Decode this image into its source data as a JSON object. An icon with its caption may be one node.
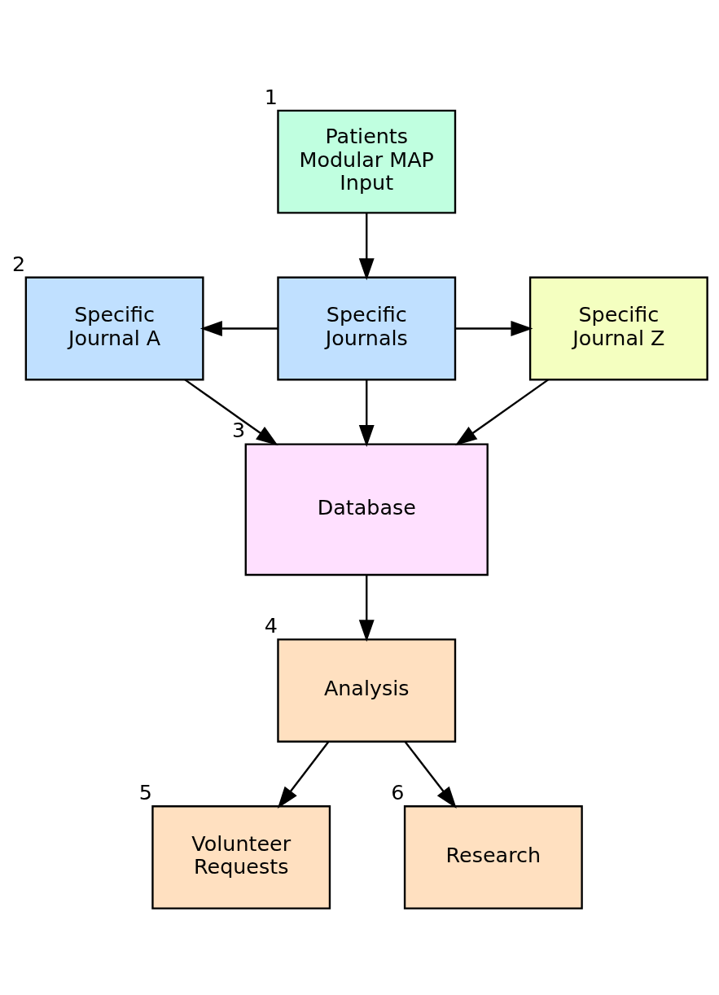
{
  "diagram": {
    "nodes": [
      {
        "text": [
          "Patients Modular MAP Input"
        ],
        "beside": [
          "1"
        ]
      },
      {
        "text": [
          "Specific Journal A"
        ],
        "beside": [
          "2"
        ]
      },
      {
        "text": [
          "Specific Journals"
        ]
      },
      {
        "text": [
          "Specific Journal Z"
        ]
      },
      {
        "text": [
          "Database"
        ],
        "beside": [
          "3"
        ]
      },
      {
        "text": [
          "Analysis"
        ],
        "beside": [
          "4"
        ]
      },
      {
        "text": [
          "Volunteer Requests"
        ],
        "beside": [
          "5"
        ]
      },
      {
        "text": [
          "Research"
        ],
        "beside": [
          "6"
        ]
      }
    ],
    "edges": [
      {
        "from": 0,
        "to": 2,
        "arrow": "to"
      },
      {
        "from": 2,
        "to": 1,
        "arrow": "to"
      },
      {
        "from": 2,
        "to": 3,
        "arrow": "to"
      },
      {
        "from": 1,
        "to": 4,
        "arrow": "to"
      },
      {
        "from": 2,
        "to": 4,
        "arrow": "to"
      },
      {
        "from": 3,
        "to": 4,
        "arrow": "to"
      },
      {
        "from": 4,
        "to": 5,
        "arrow": "to"
      },
      {
        "from": 5,
        "to": 6,
        "arrow": "to"
      },
      {
        "from": 5,
        "to": 7,
        "arrow": "to"
      }
    ]
  }
}
